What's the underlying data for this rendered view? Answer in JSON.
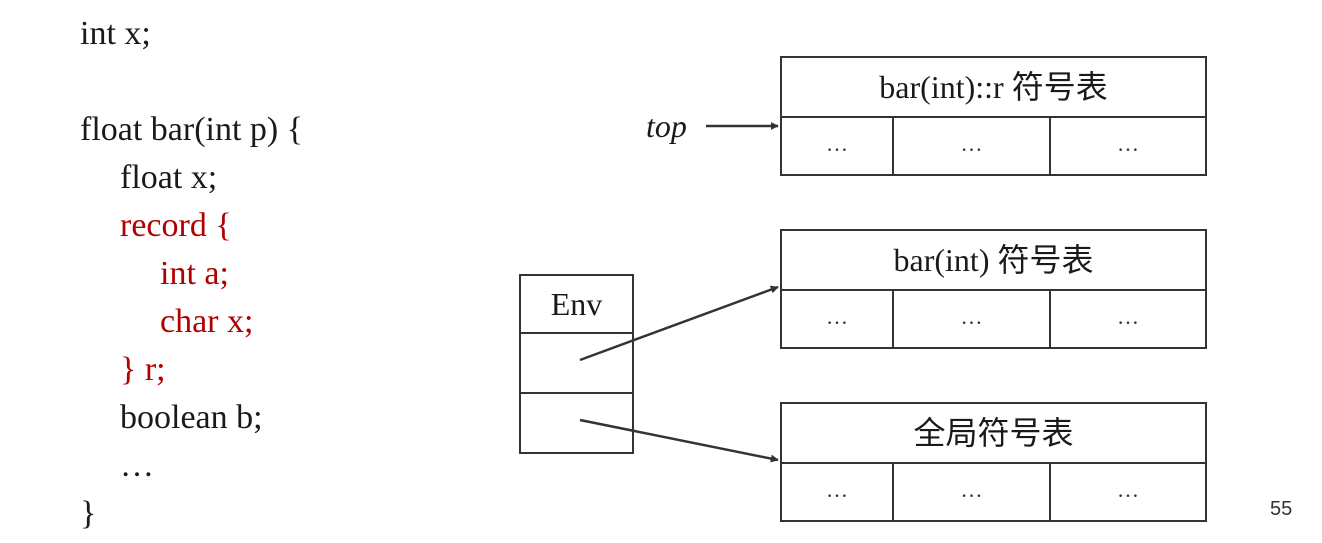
{
  "code": {
    "lines": [
      {
        "text": "int x;",
        "indent": 0,
        "highlight": false
      },
      {
        "text": "",
        "indent": 0,
        "highlight": false
      },
      {
        "text": "float bar(int p) {",
        "indent": 0,
        "highlight": false
      },
      {
        "text": "float x;",
        "indent": 1,
        "highlight": false
      },
      {
        "text": "record {",
        "indent": 1,
        "highlight": true
      },
      {
        "text": "int a;",
        "indent": 2,
        "highlight": true
      },
      {
        "text": "char x;",
        "indent": 2,
        "highlight": true
      },
      {
        "text": "} r;",
        "indent": 1,
        "highlight": true
      },
      {
        "text": "boolean b;",
        "indent": 1,
        "highlight": false
      },
      {
        "text": "…",
        "indent": 1,
        "highlight": false
      },
      {
        "text": "}",
        "indent": 0,
        "highlight": false
      }
    ],
    "highlight_color": "#b00000"
  },
  "top_label": "top",
  "env": {
    "title": "Env"
  },
  "tables": [
    {
      "title": "bar(int)::r 符号表",
      "cells": [
        "…",
        "…",
        "…"
      ]
    },
    {
      "title": "bar(int) 符号表",
      "cells": [
        "…",
        "…",
        "…"
      ]
    },
    {
      "title": "全局符号表",
      "cells": [
        "…",
        "…",
        "…"
      ]
    }
  ],
  "page_number": "55"
}
